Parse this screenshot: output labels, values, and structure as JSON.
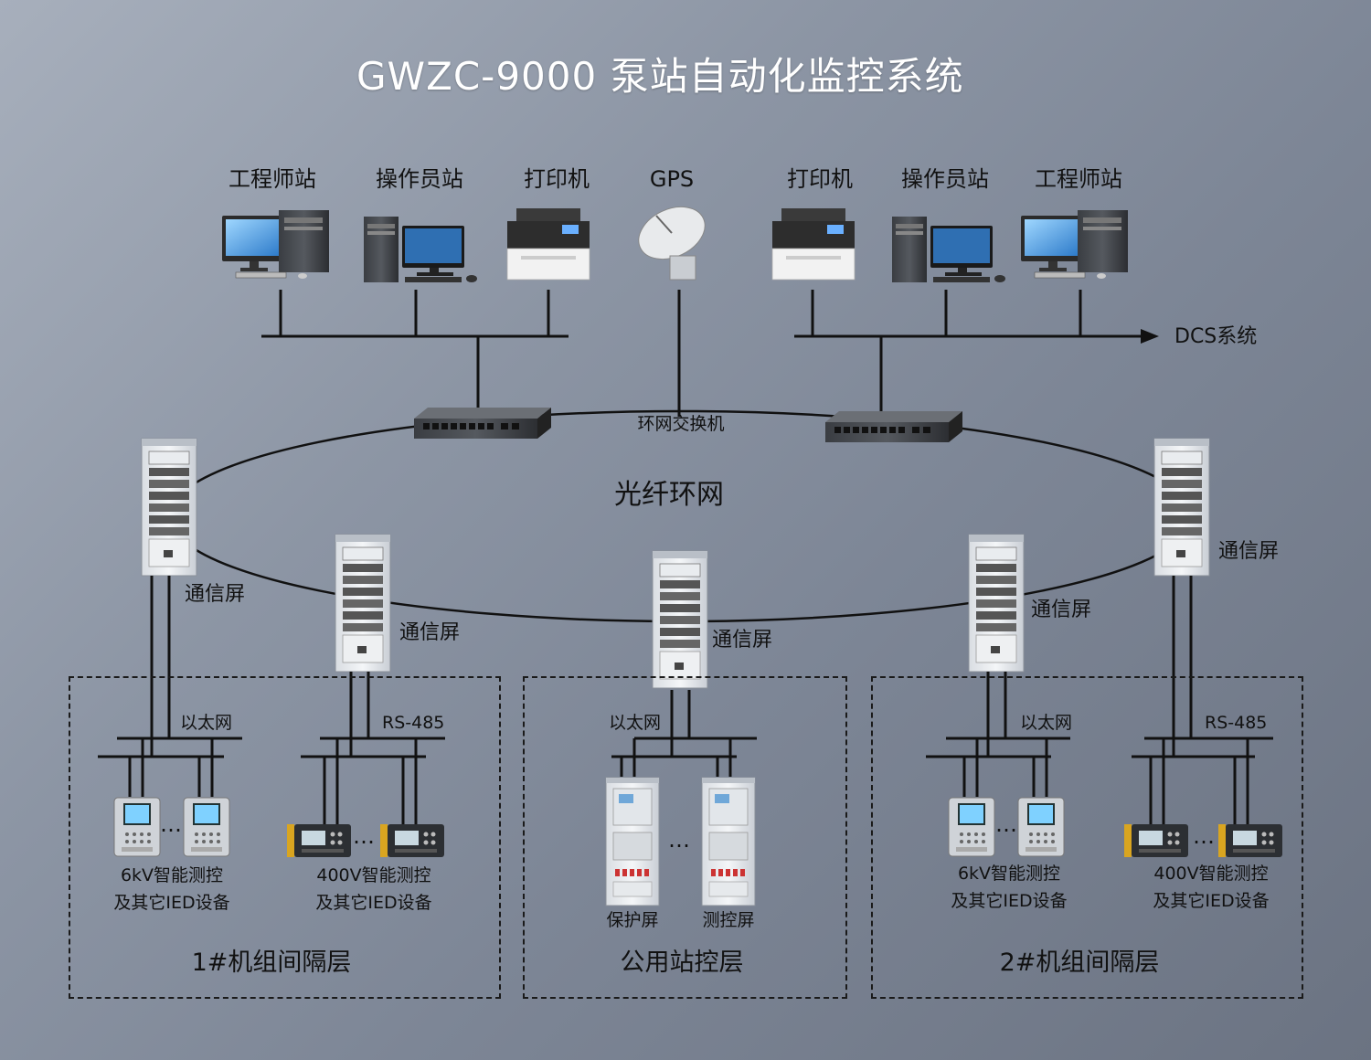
{
  "title": "GWZC-9000 泵站自动化监控系统",
  "top_devices": {
    "engineer_left": "工程师站",
    "operator_left": "操作员站",
    "printer_left": "打印机",
    "gps": "GPS",
    "printer_right": "打印机",
    "operator_right": "操作员站",
    "engineer_right": "工程师站"
  },
  "dcs": "DCS系统",
  "ring_switch": "环网交换机",
  "fiber_ring": "光纤环网",
  "comm_screen": "通信屏",
  "bus": {
    "ethernet": "以太网",
    "rs485": "RS-485"
  },
  "ied": {
    "kv6_line1": "6kV智能测控",
    "v400_line1": "400V智能测控",
    "line2": "及其它IED设备",
    "ellipsis": "…"
  },
  "public": {
    "protect": "保护屏",
    "measure": "测控屏"
  },
  "zones": {
    "unit1": "1#机组间隔层",
    "public": "公用站控层",
    "unit2": "2#机组间隔层"
  }
}
